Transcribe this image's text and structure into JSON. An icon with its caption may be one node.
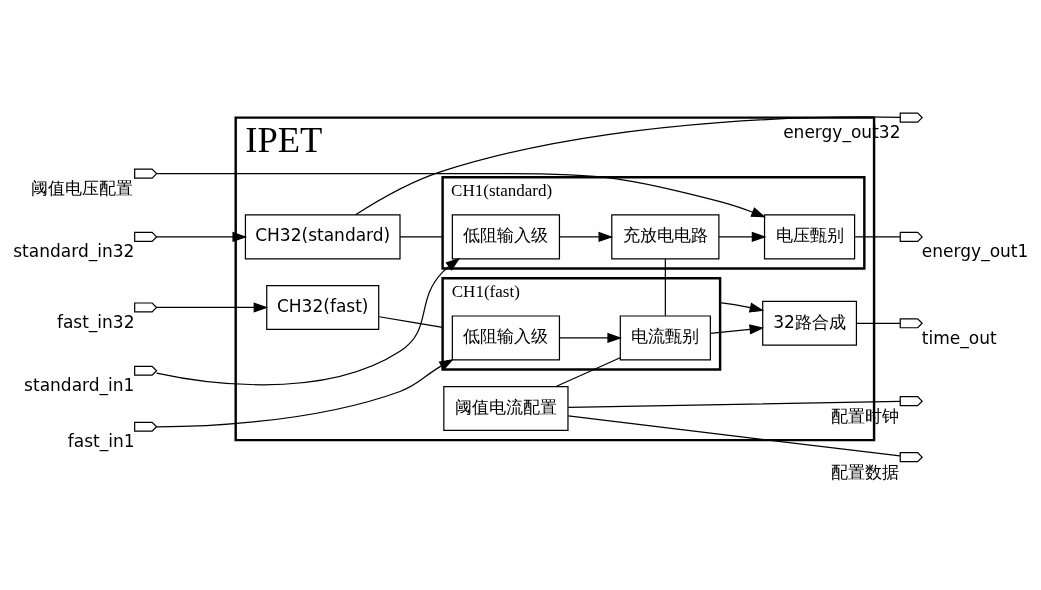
{
  "diagram": {
    "nodes": [
      {
        "text": [
          "IPET"
        ]
      },
      {
        "text": [
          "阈值电流配置"
        ],
        "in": 0
      },
      {
        "text": [
          "CH32(fast)"
        ],
        "in": 0
      },
      {
        "text": [
          "CH1(fast)"
        ],
        "in": 0
      },
      {
        "text": [
          "低阻输入级"
        ],
        "in": 3
      },
      {
        "text": [
          "电流甄别"
        ],
        "in": 3
      },
      {
        "text": [
          "32路合成"
        ],
        "in": 0
      },
      {
        "text": [
          "CH32(standard)"
        ],
        "in": 0
      },
      {
        "text": [
          "CH1(standard)"
        ],
        "in": 0
      },
      {
        "text": [
          "低阻输入级"
        ],
        "in": 8
      },
      {
        "text": [
          "充放电电路"
        ],
        "in": 8
      },
      {
        "text": [
          "电压甄别"
        ],
        "in": 8
      },
      {
        "text": [],
        "shape": "port",
        "beside": [
          "配置时钟"
        ]
      },
      {
        "text": [],
        "shape": "port",
        "beside": [
          "配置数据"
        ]
      },
      {
        "text": [],
        "shape": "port",
        "beside": [
          "fast_in32"
        ]
      },
      {
        "text": [],
        "shape": "port",
        "beside": [
          "fast_in1"
        ]
      },
      {
        "text": [],
        "shape": "port",
        "beside": [
          "time_out"
        ]
      },
      {
        "text": [],
        "shape": "port",
        "beside": [
          "standard_in32"
        ]
      },
      {
        "text": [],
        "shape": "port",
        "beside": [
          "energy_out32"
        ]
      },
      {
        "text": [],
        "shape": "port",
        "beside": [
          "standard_in1"
        ]
      },
      {
        "text": [],
        "shape": "port",
        "beside": [
          "energy_out1"
        ]
      },
      {
        "text": [],
        "shape": "port",
        "beside": [
          "阈值电压配置"
        ]
      }
    ],
    "edges": [
      {
        "from": 12,
        "to": 1,
        "arrow": "none"
      },
      {
        "from": 13,
        "to": 1,
        "arrow": "none"
      },
      {
        "from": 1,
        "to": 5,
        "arrow": "none"
      },
      {
        "from": 14,
        "to": 2,
        "arrow": "to"
      },
      {
        "from": 2,
        "to": 3,
        "arrow": "none"
      },
      {
        "from": 15,
        "to": 4,
        "arrow": "to"
      },
      {
        "from": 4,
        "to": 5,
        "arrow": "to"
      },
      {
        "from": 3,
        "to": 6,
        "arrow": "to"
      },
      {
        "from": 5,
        "to": 6,
        "arrow": "to"
      },
      {
        "from": 6,
        "to": 16,
        "arrow": "none"
      },
      {
        "from": 5,
        "to": 10,
        "arrow": "none"
      },
      {
        "from": 17,
        "to": 7,
        "arrow": "to"
      },
      {
        "from": 7,
        "to": 8,
        "arrow": "none"
      },
      {
        "from": 19,
        "to": 9,
        "arrow": "to"
      },
      {
        "from": 9,
        "to": 10,
        "arrow": "to"
      },
      {
        "from": 10,
        "to": 11,
        "arrow": "to"
      },
      {
        "from": 7,
        "to": 18,
        "arrow": "none"
      },
      {
        "from": 11,
        "to": 20,
        "arrow": "none"
      },
      {
        "from": 21,
        "to": 11,
        "arrow": "to"
      }
    ]
  }
}
